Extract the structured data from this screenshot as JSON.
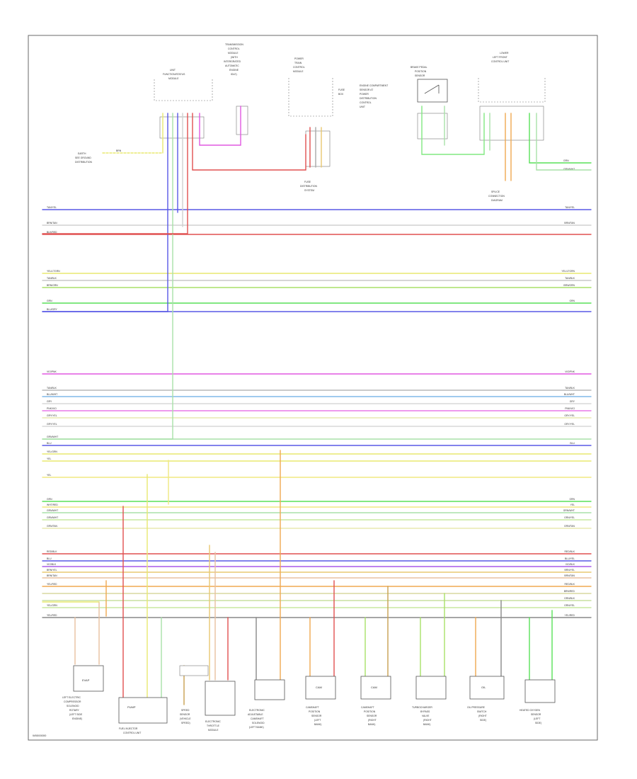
{
  "footer": {
    "code": "W0000000"
  },
  "bus_rows": [
    {
      "left": "TAN/YEL",
      "right": "TAN/YEL",
      "color": "#5858e6"
    },
    {
      "left": "BRN/TAN",
      "right": "BRN/TAN",
      "color": "#d0d0d0"
    },
    {
      "left": "BLK/RED",
      "right": "",
      "color": "#e05050"
    },
    {
      "left": "YEL/LTGRN",
      "right": "YEL/LTGRN",
      "color": "#e8e870"
    },
    {
      "left": "TAN/BLK",
      "right": "TAN/BLK",
      "color": "#c8c8c8"
    },
    {
      "left": "BRN/GRN",
      "right": "BRN/GRN",
      "color": "#a8e068"
    },
    {
      "left": "GRN",
      "right": "GRN",
      "color": "#58e058"
    },
    {
      "left": "BLU/GRY",
      "right": "",
      "color": "#5858e6"
    },
    {
      "left": "VIO/PNK",
      "right": "VIO/PNK",
      "color": "#e058e0"
    },
    {
      "left": "TAN/BLK",
      "right": "TAN/BLK",
      "color": "#b8b8b8"
    },
    {
      "left": "BLU/WHT",
      "right": "BLU/WHT",
      "color": "#80b8e8"
    },
    {
      "left": "GRY",
      "right": "GRY",
      "color": "#d8d8d8"
    },
    {
      "left": "PNK/VIO",
      "right": "PNK/VIO",
      "color": "#e878e8"
    },
    {
      "left": "GRY/YEL",
      "right": "GRY/YEL",
      "color": "#e8e8b0"
    },
    {
      "left": "GRY/YEL",
      "right": "GRY/YEL",
      "color": "#d8d8d8"
    },
    {
      "left": "GRN/WHT",
      "right": "",
      "color": "#a8e0a8"
    },
    {
      "left": "BLU",
      "right": "BLU",
      "color": "#5858e6"
    },
    {
      "left": "YEL/GRN",
      "right": "",
      "color": "#e8e870"
    },
    {
      "left": "YEL",
      "right": "",
      "color": "#e8e870"
    },
    {
      "left": "YEL",
      "right": "",
      "color": "#f0e880"
    },
    {
      "left": "GRN",
      "right": "GRN",
      "color": "#58e058"
    },
    {
      "left": "WHT/RED",
      "right": "YEL",
      "color": "#f0e880"
    },
    {
      "left": "GRN/WHT",
      "right": "GRN/WHT",
      "color": "#a8e0a8"
    },
    {
      "left": "GRN/WHT",
      "right": "GRN/YEL",
      "color": "#c8e8a0"
    },
    {
      "left": "GRN/TAN",
      "right": "GRN/TAN",
      "color": "#e8e8b0"
    },
    {
      "left": "RED/BLK",
      "right": "RED/BLK",
      "color": "#e05050"
    },
    {
      "left": "BLU",
      "right": "BLU/YEL",
      "color": "#5858e6"
    },
    {
      "left": "VIO/BLK",
      "right": "VIO/BLK",
      "color": "#a858e8"
    },
    {
      "left": "BRN/YEL",
      "right": "BRN/YEL",
      "color": "#e8c870"
    },
    {
      "left": "BRN/TAN",
      "right": "BRN/TAN",
      "color": "#e8c0a0"
    },
    {
      "left": "YEL/RED",
      "right": "RED/BLK",
      "color": "#f0a850"
    },
    {
      "left": "",
      "right": "BRN/RED",
      "color": "#d8d8a0"
    },
    {
      "left": "",
      "right": "GRN/BLK",
      "color": "#c8e0a0"
    },
    {
      "left": "YEL/GRN",
      "right": "GRN/YEL",
      "color": "#c8e8a0"
    },
    {
      "left": "YEL/RED",
      "right": "YEL/RED",
      "color": "#888888"
    }
  ],
  "top_components": [
    {
      "id": "uci",
      "lines": [
        "UNIT",
        "FUNCTION/STATUS",
        "MODULE"
      ]
    },
    {
      "id": "tcc",
      "lines": [
        "TRANSMISSION",
        "CONTROL",
        "MODULE",
        "(WITH",
        "INTERGRATED",
        "AUTOMATIC",
        "ENGINE",
        "IDLE)"
      ]
    },
    {
      "id": "ecm",
      "lines": [
        "POWER",
        "TRAIN",
        "CONTROL",
        "MODULE"
      ]
    },
    {
      "id": "ecm_notes",
      "lines": [
        "ENGINE COMPARTMENT",
        "SENSOR AT",
        "POWER",
        "DISTRIBUTION",
        "CONTROL",
        "UNIT"
      ]
    },
    {
      "id": "brake",
      "lines": [
        "BRAKE PEDAL",
        "POSITION",
        "SENSOR"
      ]
    },
    {
      "id": "lamp",
      "lines": [
        "LOWER",
        "LEFT FRONT",
        "CONTROL UNIT"
      ]
    },
    {
      "id": "fuse",
      "lines": [
        "FUSE",
        "BOX"
      ]
    }
  ],
  "top_labels": {
    "ground_note": [
      "EARTH",
      "SEE GROUND",
      "DISTRIBUTION"
    ],
    "gnd_code": "BRN",
    "fuse_note": [
      "FUSE",
      "DISTRIBUTION",
      "SYSTEM"
    ],
    "splice_note": [
      "SPLICE",
      "CONNECTION",
      "DIAGRAM"
    ],
    "right_wires": [
      "GRN",
      "GRN/WHT"
    ]
  },
  "bottom_components": [
    {
      "id": "lft",
      "box": "EVAP",
      "lines": [
        "LEFT ELECTRIC",
        "COMPRESSOR",
        "SOLENOID",
        "ROTARY",
        "(LEFT SIDE",
        "ENGINE)"
      ]
    },
    {
      "id": "fuel",
      "box": "PUMP",
      "lines": [
        "FUEL INJECTOR",
        "CONTROL UNIT"
      ]
    },
    {
      "id": "vss",
      "box": "",
      "lines": [
        "SPEED",
        "SENSOR",
        "(VEHICLE",
        "SPEED)"
      ]
    },
    {
      "id": "hvac",
      "box": "",
      "lines": [
        "ELECTRONIC",
        "THROTTLE",
        "MODULE"
      ]
    },
    {
      "id": "elec",
      "box": "",
      "lines": [
        "ELECTRONIC",
        "ADJUSTABLE",
        "CAMSHAFT",
        "SOLENOID",
        "(LEFT BANK)"
      ]
    },
    {
      "id": "cam1",
      "box": "CAM",
      "lines": [
        "CAMSHAFT",
        "POSITION",
        "SENSOR",
        "(LEFT",
        "BANK)"
      ]
    },
    {
      "id": "cam2",
      "box": "CAM",
      "lines": [
        "CAMSHAFT",
        "POSITION",
        "SENSOR",
        "(RIGHT",
        "BANK)"
      ]
    },
    {
      "id": "turbo",
      "box": "",
      "lines": [
        "TURBOCHARGER",
        "BYPASS",
        "VALVE",
        "(RIGHT",
        "BANK)"
      ]
    },
    {
      "id": "oil",
      "box": "OIL",
      "lines": [
        "OIL PRESSURE",
        "SWITCH",
        "(RIGHT",
        "SIDE)"
      ]
    },
    {
      "id": "hcs",
      "box": "",
      "lines": [
        "HEATED OXYGEN",
        "SENSOR",
        "(LEFT",
        "SIDE)"
      ]
    }
  ]
}
